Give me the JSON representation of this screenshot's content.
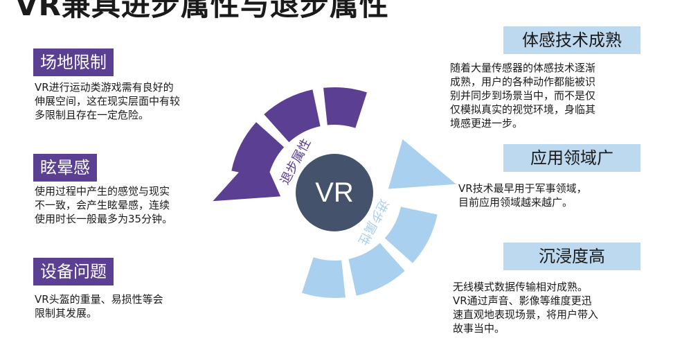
{
  "title": "VR兼具进步属性与退步属性",
  "center": {
    "label": "VR"
  },
  "cycle": {
    "regress_label": "退步属性",
    "progress_label": "进步属性",
    "colors": {
      "regress": "#5a3f93",
      "progress": "#a9d0ee",
      "center": "#44536b"
    }
  },
  "left_items": [
    {
      "label": "场地限制",
      "desc_lines": [
        "VR进行运动类游戏需有良好的",
        "伸展空间，这在现实层面中有较",
        "多限制且存在一定危险。"
      ]
    },
    {
      "label": "眩晕感",
      "desc_lines": [
        "使用过程中产生的感觉与现实",
        "不一致，会产生眩晕感，连续",
        "使用时长一般最多为35分钟。"
      ]
    },
    {
      "label": "设备问题",
      "desc_lines": [
        "VR头盔的重量、易损性等会",
        "限制其发展。"
      ]
    }
  ],
  "right_items": [
    {
      "label": "体感技术成熟",
      "desc_lines": [
        "随着大量传感器的体感技术逐渐",
        "成熟，用户的各种动作都能被识",
        "别并同步到场景当中，而不是仅",
        "仅模拟真实的视觉环境，身临其",
        "境感更进一步。"
      ]
    },
    {
      "label": "应用领域广",
      "desc_lines": [
        "VR技术最早用于军事领域，",
        "目前应用领域越来越广。"
      ]
    },
    {
      "label": "沉浸度高",
      "desc_lines": [
        "无线模式数据传输相对成熟。",
        "VR通过声音、影像等维度更迅",
        "速直观地表现场景，将用户带入",
        "故事当中。"
      ]
    }
  ]
}
